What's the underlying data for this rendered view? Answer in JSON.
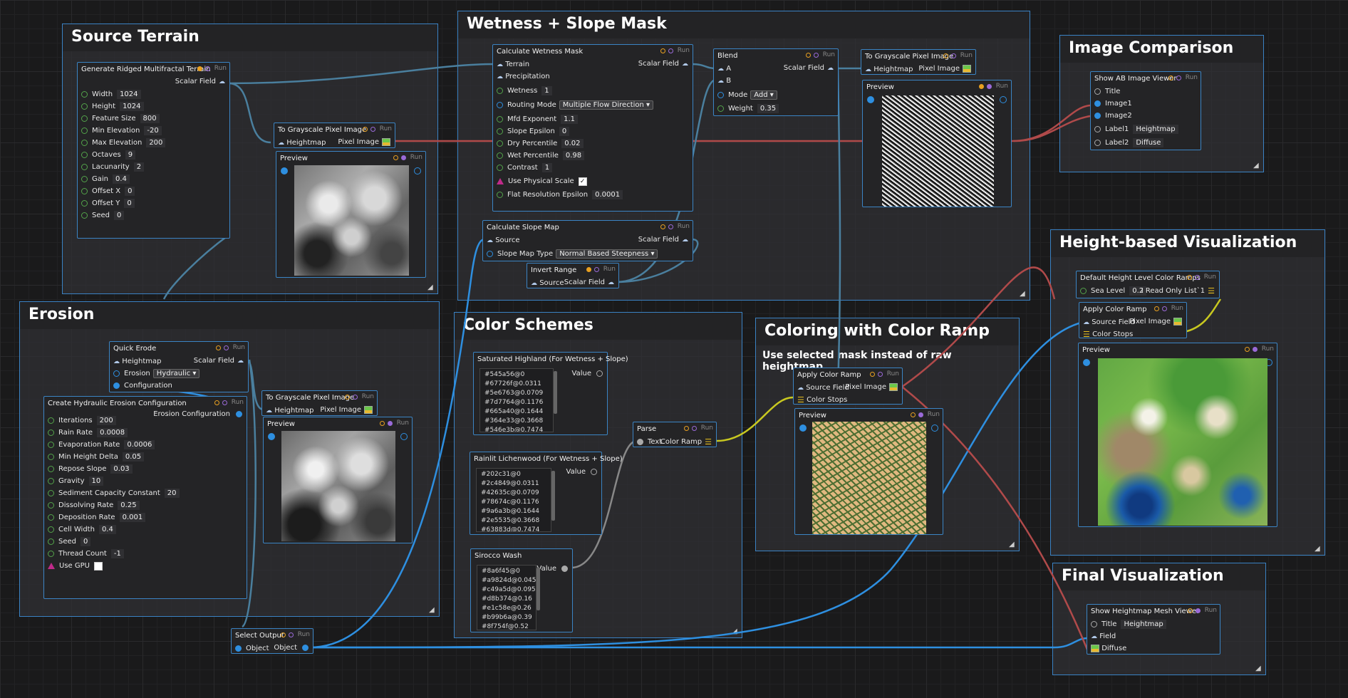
{
  "groups": {
    "source": "Source Terrain",
    "erosion": "Erosion",
    "wetness": "Wetness + Slope Mask",
    "color_schemes": "Color Schemes",
    "coloring": "Coloring with Color Ramp",
    "coloring_note": "Use selected mask instead of raw heightmap.",
    "comparison": "Image Comparison",
    "height_vis": "Height-based Visualization",
    "final_vis": "Final Visualization"
  },
  "run": "Run",
  "preview": "Preview",
  "terrain": {
    "title": "Generate Ridged Multifractal Terrain",
    "output": "Scalar Field",
    "params": [
      {
        "label": "Width",
        "value": "1024"
      },
      {
        "label": "Height",
        "value": "1024"
      },
      {
        "label": "Feature Size",
        "value": "800"
      },
      {
        "label": "Min Elevation",
        "value": "-20"
      },
      {
        "label": "Max Elevation",
        "value": "200"
      },
      {
        "label": "Octaves",
        "value": "9"
      },
      {
        "label": "Lacunarity",
        "value": "2"
      },
      {
        "label": "Gain",
        "value": "0.4"
      },
      {
        "label": "Offset X",
        "value": "0"
      },
      {
        "label": "Offset Y",
        "value": "0"
      },
      {
        "label": "Seed",
        "value": "0"
      }
    ]
  },
  "gray1": {
    "title": "To Grayscale Pixel Image",
    "input": "Heightmap",
    "output": "Pixel Image"
  },
  "erode": {
    "title": "Quick Erode",
    "input": "Heightmap",
    "output": "Scalar Field",
    "erosion_label": "Erosion",
    "erosion_value": "Hydraulic",
    "config_label": "Configuration"
  },
  "hydro": {
    "title": "Create Hydraulic Erosion Configuration",
    "output": "Erosion Configuration",
    "params": [
      {
        "label": "Iterations",
        "value": "200"
      },
      {
        "label": "Rain Rate",
        "value": "0.0008"
      },
      {
        "label": "Evaporation Rate",
        "value": "0.0006"
      },
      {
        "label": "Min Height Delta",
        "value": "0.05"
      },
      {
        "label": "Repose Slope",
        "value": "0.03"
      },
      {
        "label": "Gravity",
        "value": "10"
      },
      {
        "label": "Sediment Capacity Constant",
        "value": "20"
      },
      {
        "label": "Dissolving Rate",
        "value": "0.25"
      },
      {
        "label": "Deposition Rate",
        "value": "0.001"
      },
      {
        "label": "Cell Width",
        "value": "0.4"
      },
      {
        "label": "Seed",
        "value": "0"
      },
      {
        "label": "Thread Count",
        "value": "-1"
      }
    ],
    "gpu": "Use GPU"
  },
  "gray2": {
    "title": "To Grayscale Pixel Image",
    "input": "Heightmap",
    "output": "Pixel Image"
  },
  "select": {
    "title": "Select Output",
    "input": "Object",
    "output": "Object"
  },
  "wet": {
    "title": "Calculate Wetness Mask",
    "terrain": "Terrain",
    "output": "Scalar Field",
    "precip": "Precipitation",
    "wetness": "Wetness",
    "wetness_value": "1",
    "routing": "Routing Mode",
    "routing_value": "Multiple Flow Direction",
    "params": [
      {
        "label": "Mfd Exponent",
        "value": "1.1"
      },
      {
        "label": "Slope Epsilon",
        "value": "0"
      },
      {
        "label": "Dry Percentile",
        "value": "0.02"
      },
      {
        "label": "Wet Percentile",
        "value": "0.98"
      },
      {
        "label": "Contrast",
        "value": "1"
      }
    ],
    "physical": "Use Physical Scale",
    "flat": "Flat Resolution Epsilon",
    "flat_value": "0.0001"
  },
  "slope": {
    "title": "Calculate Slope Map",
    "input": "Source",
    "output": "Scalar Field",
    "type_label": "Slope Map Type",
    "type_value": "Normal Based Steepness"
  },
  "invert": {
    "title": "Invert Range",
    "input": "Source",
    "output": "Scalar Field"
  },
  "blend": {
    "title": "Blend",
    "a": "A",
    "b": "B",
    "output": "Scalar Field",
    "mode": "Mode",
    "mode_value": "Add",
    "weight": "Weight",
    "weight_value": "0.35"
  },
  "gray3": {
    "title": "To Grayscale Pixel Image",
    "input": "Heightmap",
    "output": "Pixel Image"
  },
  "sat": {
    "title": "Saturated Highland (For Wetness + Slope)",
    "output": "Value",
    "lines": [
      "#545a56@0",
      "#67726f@0.0311",
      "#5e6763@0.0709",
      "#7d7764@0.1176",
      "#665a40@0.1644",
      "#364e33@0.3668",
      "#546e3b@0.7474"
    ]
  },
  "rain": {
    "title": "Rainlit Lichenwood (For Wetness + Slope)",
    "output": "Value",
    "lines": [
      "#202c31@0",
      "#2c4849@0.0311",
      "#42635c@0.0709",
      "#78674c@0.1176",
      "#9a6a3b@0.1644",
      "#2e5535@0.3668",
      "#63883d@0.7474"
    ]
  },
  "sirocco": {
    "title": "Sirocco Wash",
    "output": "Value",
    "lines": [
      "#8a6f45@0",
      "#a9824d@0.045",
      "#c49a5d@0.095",
      "#d8b374@0.16",
      "#e1c58e@0.26",
      "#b99b6a@0.39",
      "#8f754f@0.52"
    ]
  },
  "parse": {
    "title": "Parse",
    "input": "Text",
    "output": "Color Ramp"
  },
  "apply1": {
    "title": "Apply Color Ramp",
    "input": "Source Field",
    "output": "Pixel Image",
    "stops": "Color Stops"
  },
  "ab": {
    "title": "Show AB Image Viewer",
    "title_label": "Title",
    "image1": "Image1",
    "image2": "Image2",
    "label1": "Label1",
    "label1_value": "Heightmap",
    "label2": "Label2",
    "label2_value": "Diffuse"
  },
  "ramps": {
    "title": "Default Height Level Color Ramps",
    "sea": "Sea Level",
    "sea_value": "0.2",
    "output": "I Read Only List`1"
  },
  "apply2": {
    "title": "Apply Color Ramp",
    "input": "Source Field",
    "output": "Pixel Image",
    "stops": "Color Stops"
  },
  "mesh": {
    "title": "Show Heightmap Mesh Viewer",
    "title_label": "Title",
    "title_value": "Heightmap",
    "field": "Field",
    "diffuse": "Diffuse"
  }
}
